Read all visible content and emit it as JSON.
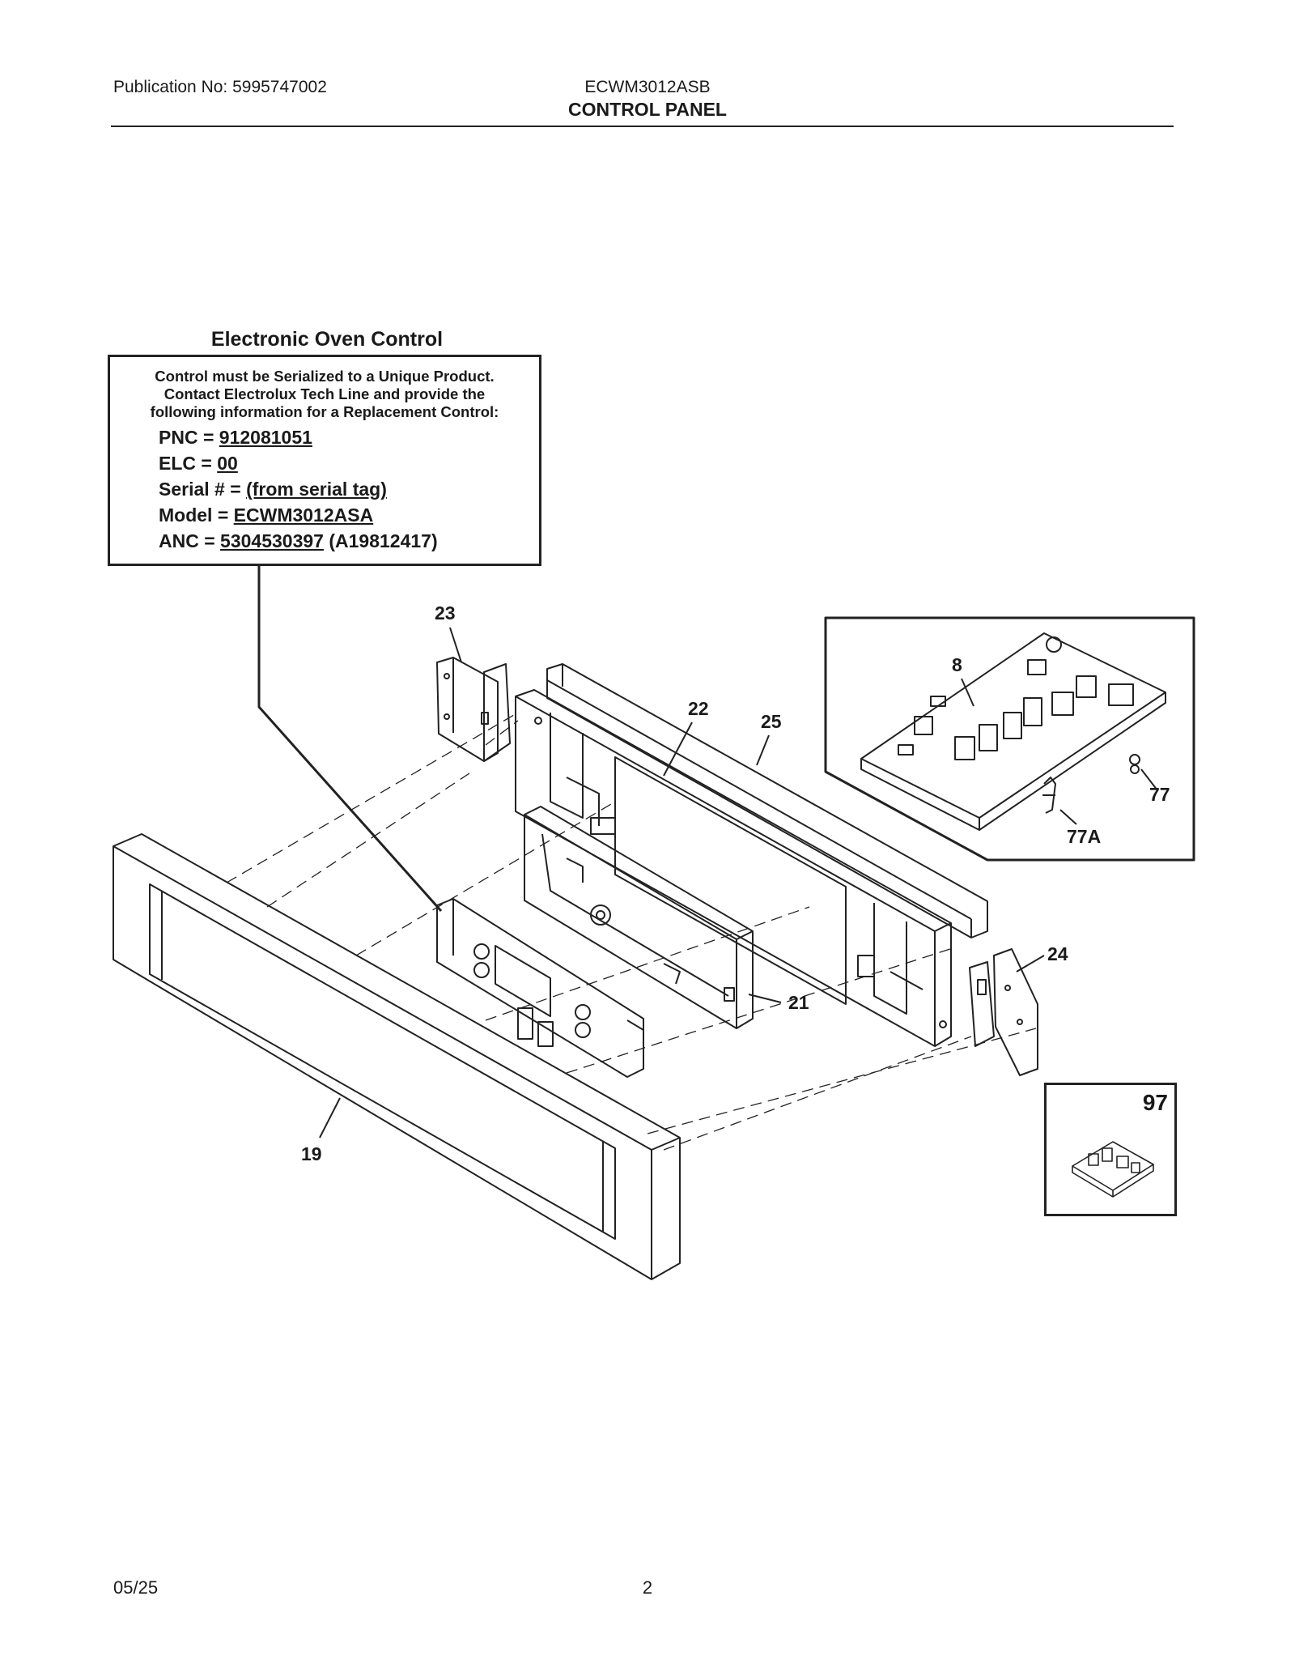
{
  "header": {
    "publication": "Publication No: 5995747002",
    "model": "ECWM3012ASB",
    "title": "CONTROL PANEL"
  },
  "eoc": {
    "title": "Electronic Oven Control",
    "note_lines": [
      "Control must be Serialized to a Unique Product.",
      "Contact Electrolux Tech Line and provide the",
      "following information for a Replacement Control:"
    ],
    "fields": [
      {
        "label": "PNC = ",
        "value": "912081051",
        "extra": ""
      },
      {
        "label": "ELC = ",
        "value": "00",
        "extra": ""
      },
      {
        "label": "Serial # = ",
        "value": "(from serial tag)",
        "extra": ""
      },
      {
        "label": "Model = ",
        "value": "ECWM3012ASA",
        "extra": ""
      },
      {
        "label": "ANC = ",
        "value": "5304530397",
        "extra": " (A19812417)"
      }
    ]
  },
  "callouts": {
    "c23": "23",
    "c22": "22",
    "c25": "25",
    "c8": "8",
    "c77": "77",
    "c77a": "77A",
    "c24": "24",
    "c21": "21",
    "c19": "19",
    "c97": "97"
  },
  "footer": {
    "date": "05/25",
    "page": "2"
  }
}
